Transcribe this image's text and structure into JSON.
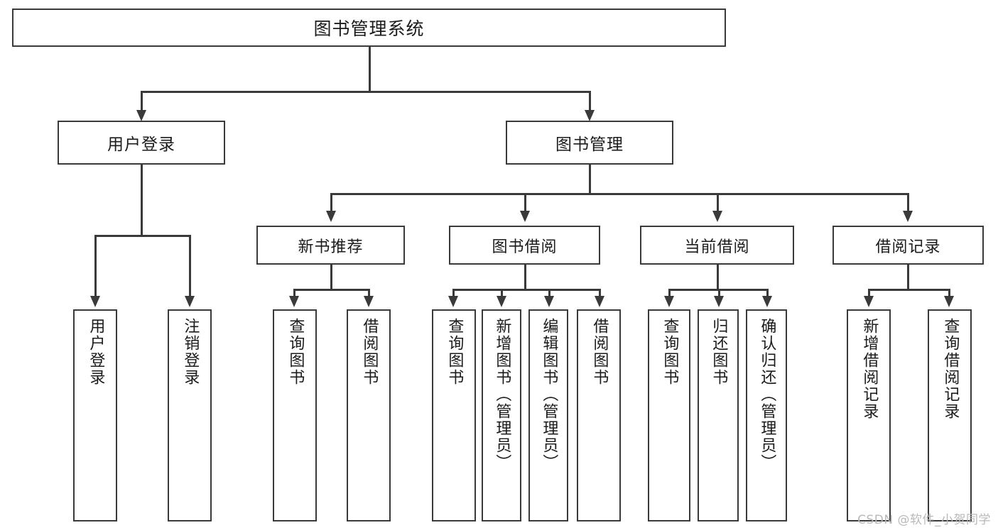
{
  "diagram": {
    "title": "图书管理系统",
    "type": "tree",
    "watermark": "CSDN @软件_小贺同学",
    "colors": {
      "stroke": "#3a3a3a",
      "background": "#ffffff",
      "text": "#1b1b1b",
      "watermark": "#b9b9b9"
    },
    "root": {
      "label": "图书管理系统"
    },
    "level1": [
      {
        "label": "用户登录"
      },
      {
        "label": "图书管理"
      }
    ],
    "level2": [
      {
        "label": "新书推荐"
      },
      {
        "label": "图书借阅"
      },
      {
        "label": "当前借阅"
      },
      {
        "label": "借阅记录"
      }
    ],
    "leaves": {
      "user_login": [
        {
          "label": "用户登录"
        },
        {
          "label": "注销登录"
        }
      ],
      "new_book": [
        {
          "label": "查询图书"
        },
        {
          "label": "借阅图书"
        }
      ],
      "book_borrow": [
        {
          "label": "查询图书"
        },
        {
          "label": "新增图书（管理员）"
        },
        {
          "label": "编辑图书（管理员）"
        },
        {
          "label": "借阅图书"
        }
      ],
      "current_borrow": [
        {
          "label": "查询图书"
        },
        {
          "label": "归还图书"
        },
        {
          "label": "确认归还（管理员）"
        }
      ],
      "borrow_record": [
        {
          "label": "新增借阅记录"
        },
        {
          "label": "查询借阅记录"
        }
      ]
    }
  }
}
